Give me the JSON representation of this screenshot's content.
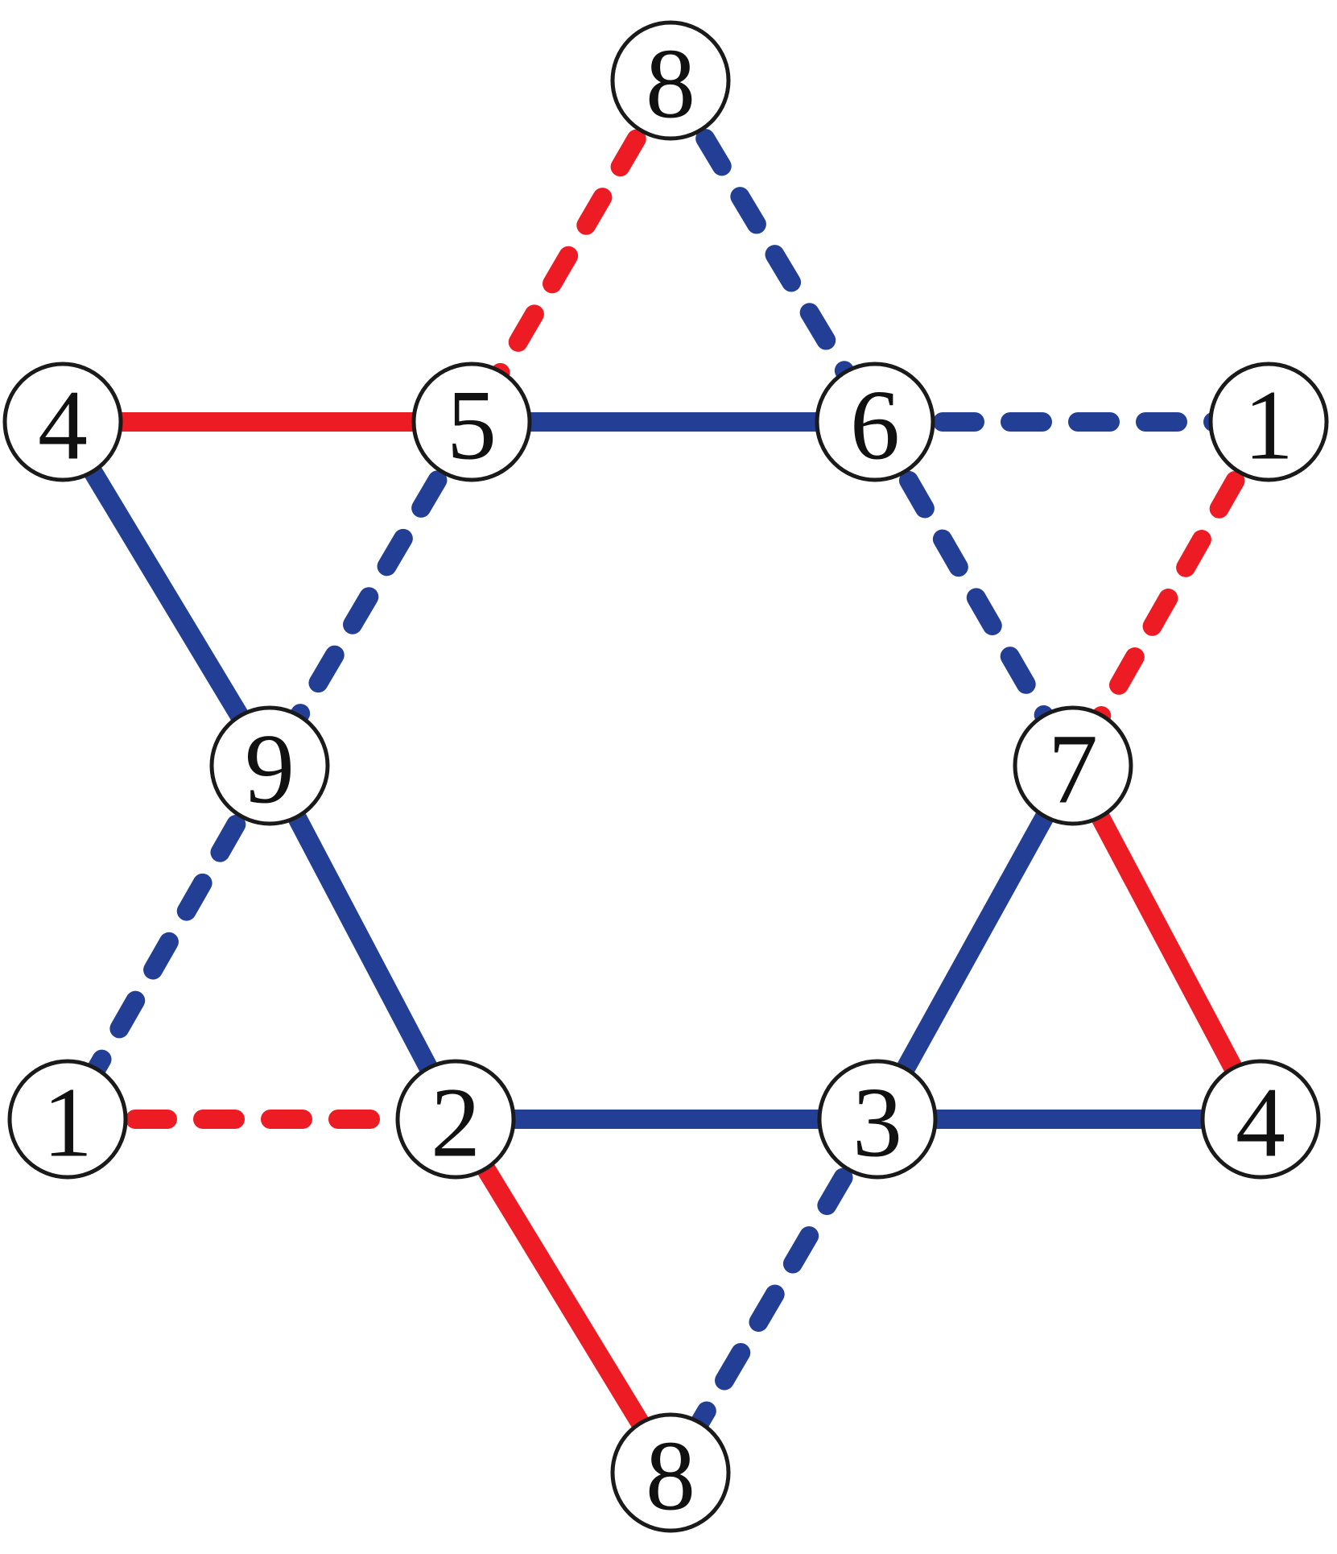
{
  "colors": {
    "red": "#ed1c24",
    "blue": "#233f95",
    "node_stroke": "#1a1a1a",
    "node_fill": "#ffffff"
  },
  "nodes": [
    {
      "id": "top8",
      "label": "8"
    },
    {
      "id": "left4",
      "label": "4"
    },
    {
      "id": "n5",
      "label": "5"
    },
    {
      "id": "n6",
      "label": "6"
    },
    {
      "id": "right1",
      "label": "1"
    },
    {
      "id": "n9",
      "label": "9"
    },
    {
      "id": "n7",
      "label": "7"
    },
    {
      "id": "left1",
      "label": "1"
    },
    {
      "id": "n2",
      "label": "2"
    },
    {
      "id": "n3",
      "label": "3"
    },
    {
      "id": "right4",
      "label": "4"
    },
    {
      "id": "bottom8",
      "label": "8"
    }
  ],
  "edges": [
    {
      "from": "top8",
      "to": "n5",
      "color": "red",
      "style": "dashed"
    },
    {
      "from": "top8",
      "to": "n6",
      "color": "blue",
      "style": "dashed"
    },
    {
      "from": "left4",
      "to": "n5",
      "color": "red",
      "style": "solid"
    },
    {
      "from": "n5",
      "to": "n6",
      "color": "blue",
      "style": "solid"
    },
    {
      "from": "n6",
      "to": "right1",
      "color": "blue",
      "style": "dashed"
    },
    {
      "from": "left4",
      "to": "n9",
      "color": "blue",
      "style": "solid"
    },
    {
      "from": "n5",
      "to": "n9",
      "color": "blue",
      "style": "dashed"
    },
    {
      "from": "n6",
      "to": "n7",
      "color": "blue",
      "style": "dashed"
    },
    {
      "from": "right1",
      "to": "n7",
      "color": "red",
      "style": "dashed"
    },
    {
      "from": "n9",
      "to": "left1",
      "color": "blue",
      "style": "dashed"
    },
    {
      "from": "n9",
      "to": "n2",
      "color": "blue",
      "style": "solid"
    },
    {
      "from": "n7",
      "to": "n3",
      "color": "blue",
      "style": "solid"
    },
    {
      "from": "n7",
      "to": "right4",
      "color": "red",
      "style": "solid"
    },
    {
      "from": "left1",
      "to": "n2",
      "color": "red",
      "style": "dashed"
    },
    {
      "from": "n2",
      "to": "n3",
      "color": "blue",
      "style": "solid"
    },
    {
      "from": "n3",
      "to": "right4",
      "color": "blue",
      "style": "solid"
    },
    {
      "from": "n2",
      "to": "bottom8",
      "color": "red",
      "style": "solid"
    },
    {
      "from": "n3",
      "to": "bottom8",
      "color": "blue",
      "style": "dashed"
    }
  ]
}
